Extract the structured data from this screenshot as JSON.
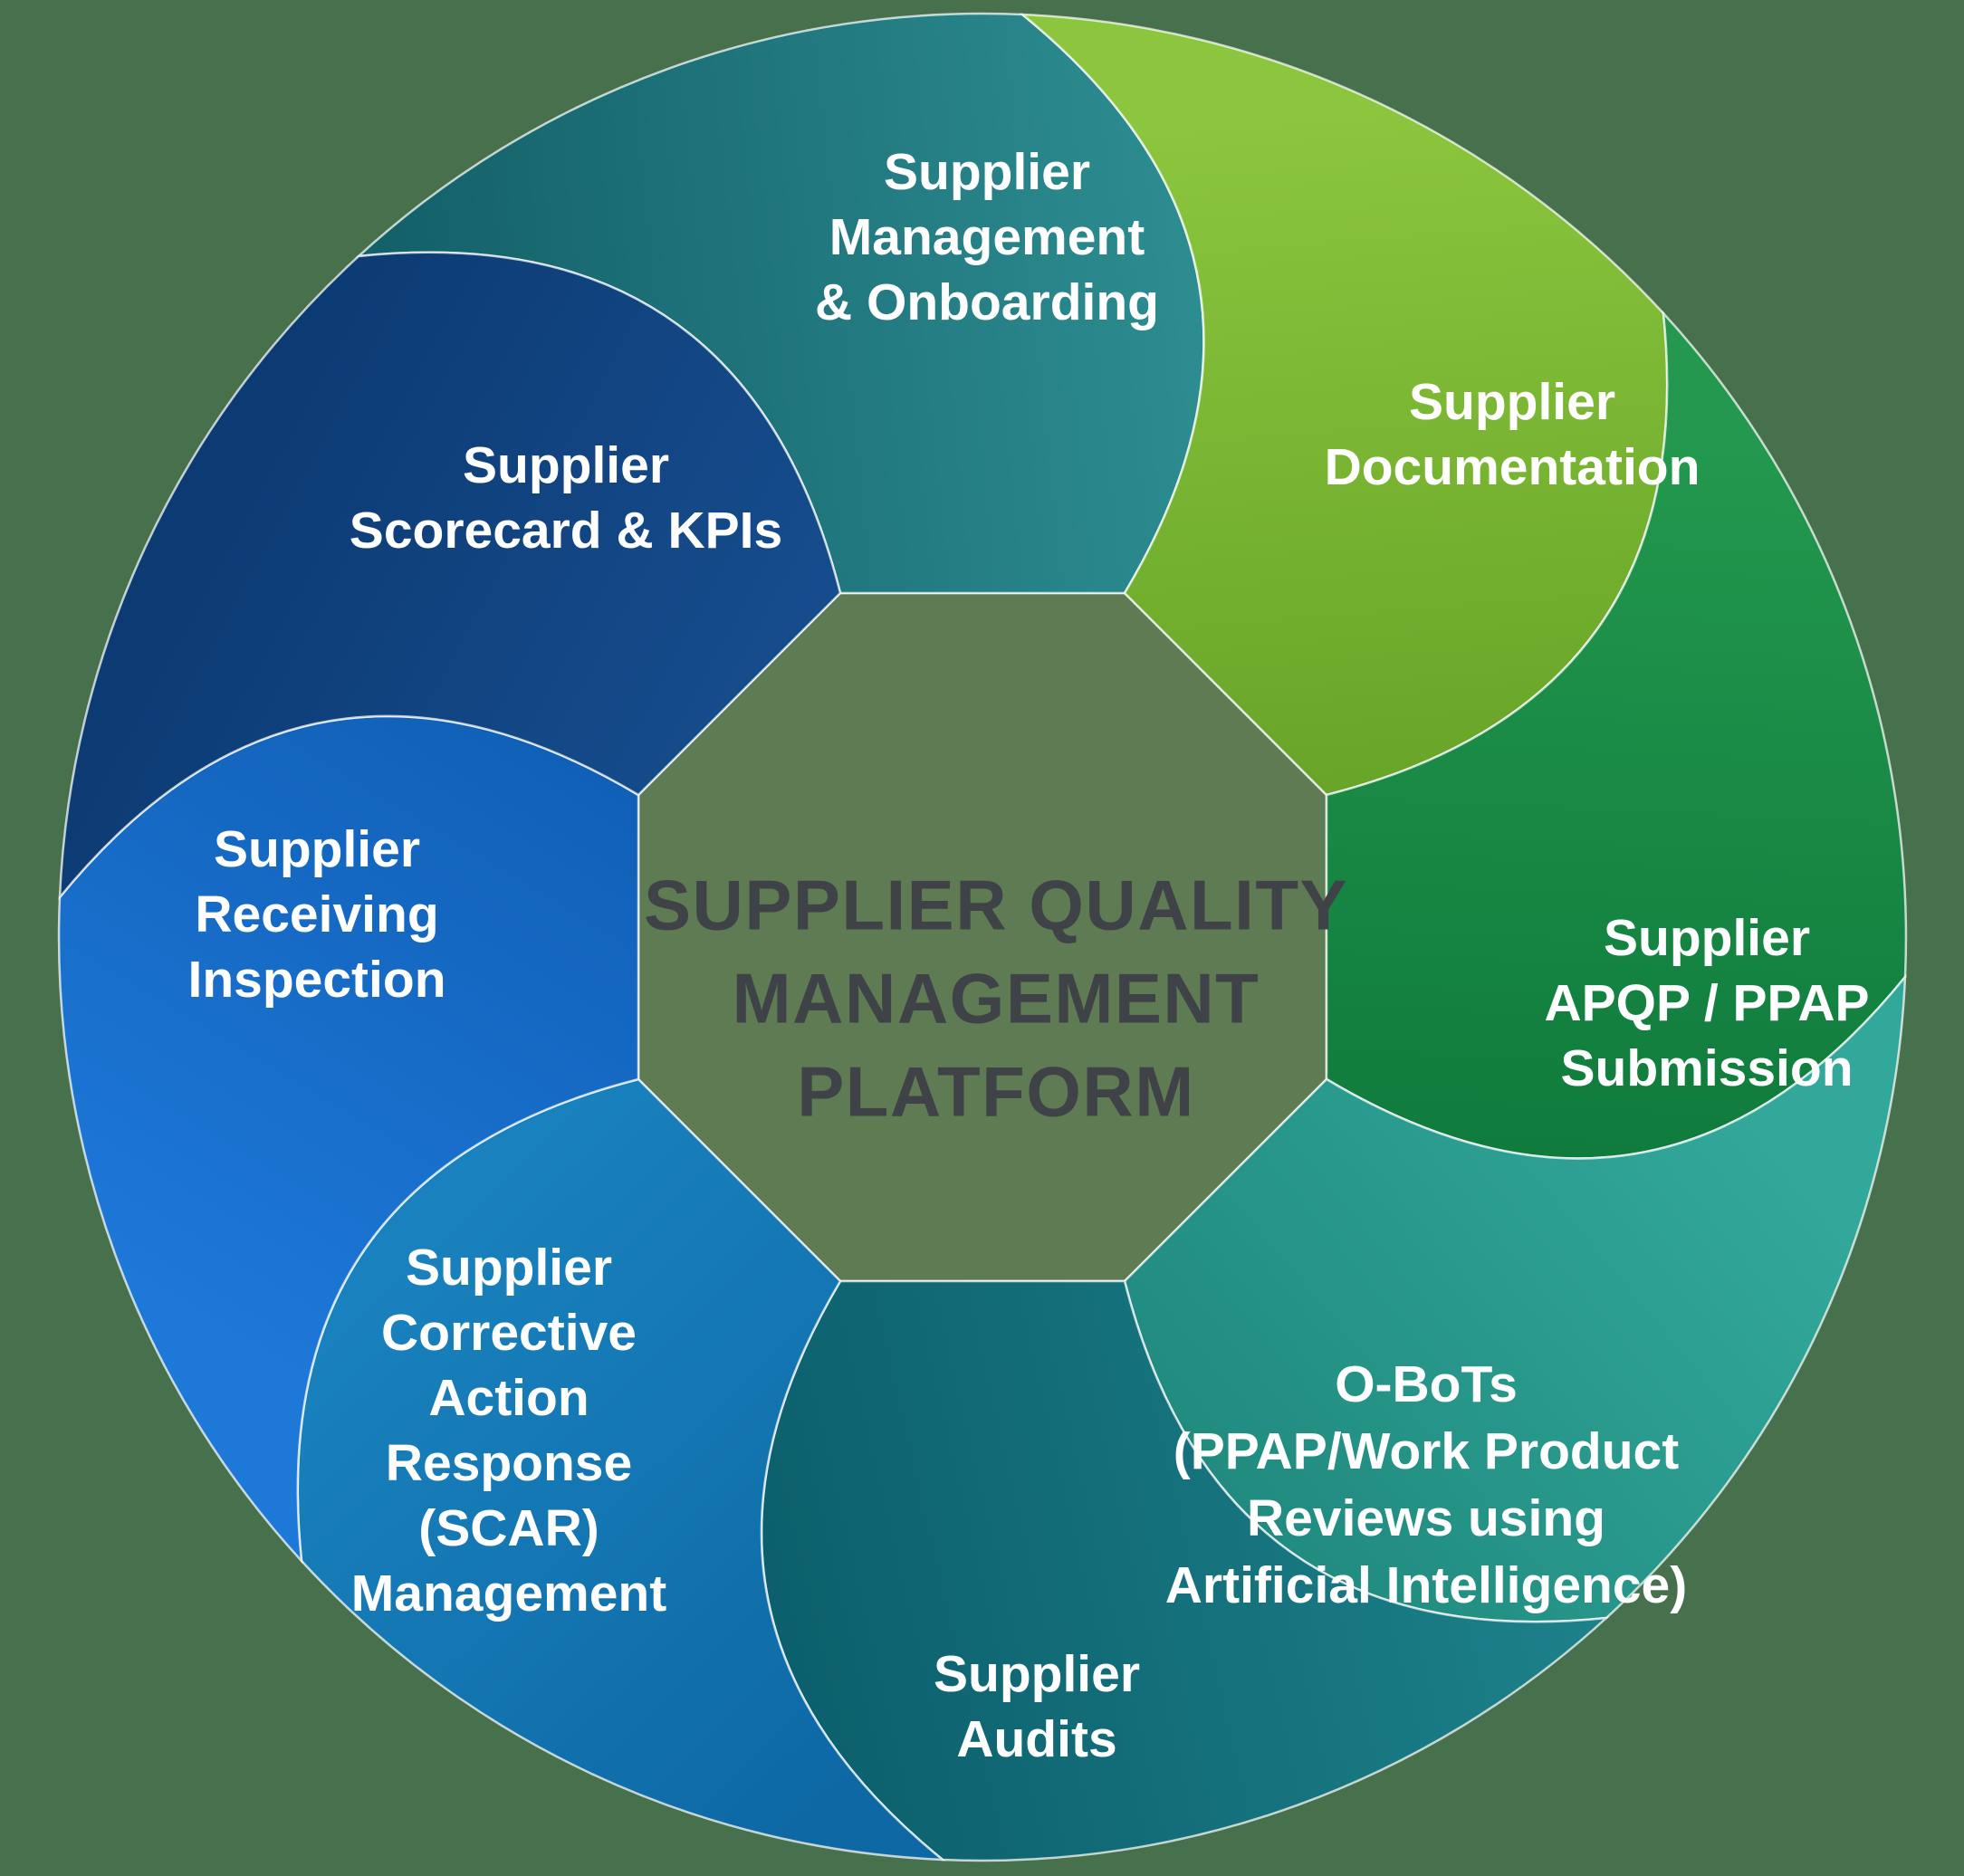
{
  "diagram": {
    "name": "Supplier Quality Management Platform wheel",
    "title_lines": [
      "SUPPLIER QUALITY",
      "MANAGEMENT",
      "PLATFORM"
    ],
    "title_color": "#3f4347",
    "background_color": "#47704d",
    "hub_color": "#5e7b54",
    "label_color": "#ffffff",
    "edge_line_color": "#ffffff"
  },
  "segments": [
    {
      "name": "supplier-management-onboarding",
      "lines": [
        "Supplier",
        "Management",
        "& Onboarding"
      ],
      "colors": [
        "#14616a",
        "#2f9194"
      ]
    },
    {
      "name": "supplier-documentation",
      "lines": [
        "Supplier",
        "Documentation"
      ],
      "colors": [
        "#8cc63e",
        "#68a528"
      ]
    },
    {
      "name": "supplier-apqp-ppap-submission",
      "lines": [
        "Supplier",
        "APQP / PPAP",
        "Submission"
      ],
      "colors": [
        "#23984e",
        "#0f7a3c"
      ]
    },
    {
      "name": "o-bots-ppap-work-product-reviews-ai",
      "lines": [
        "O-BoTs",
        "(PPAP/Work Product",
        "Reviews using",
        "Artificial Intelligence)"
      ],
      "colors": [
        "#32a89a",
        "#1f887d"
      ]
    },
    {
      "name": "supplier-audits",
      "lines": [
        "Supplier",
        "Audits"
      ],
      "colors": [
        "#0c606d",
        "#1d818a"
      ]
    },
    {
      "name": "supplier-corrective-action-response-scar-management",
      "lines": [
        "Supplier",
        "Corrective",
        "Action",
        "Response",
        "(SCAR)",
        "Management"
      ],
      "colors": [
        "#1981bd",
        "#0d68a4"
      ]
    },
    {
      "name": "supplier-receiving-inspection",
      "lines": [
        "Supplier",
        "Receiving",
        "Inspection"
      ],
      "colors": [
        "#1e78d8",
        "#0f5eb4"
      ]
    },
    {
      "name": "supplier-scorecard-kpis",
      "lines": [
        "Supplier",
        "Scorecard & KPIs"
      ],
      "colors": [
        "#0c3a72",
        "#174e90"
      ]
    }
  ]
}
